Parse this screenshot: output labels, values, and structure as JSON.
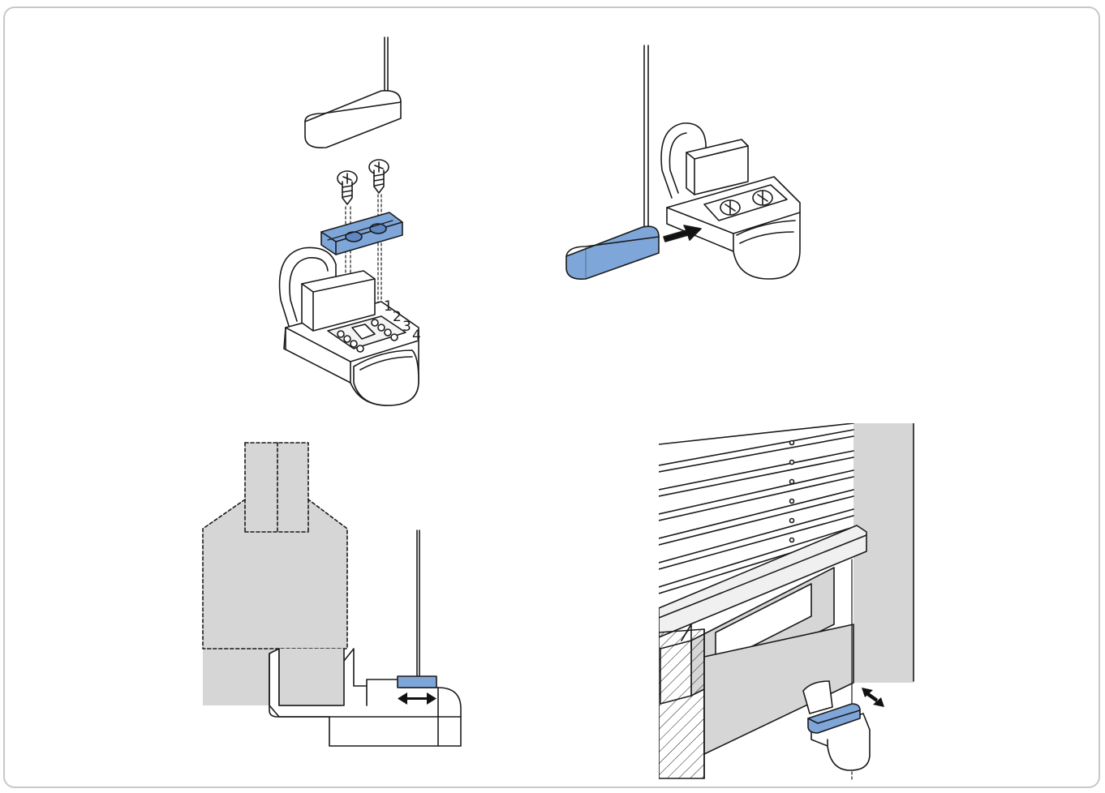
{
  "diagram": {
    "panels": [
      {
        "name": "exploded-assembly",
        "slot_numbers": [
          "1",
          "2",
          "3",
          "4"
        ]
      },
      {
        "name": "insert-cap"
      },
      {
        "name": "side-section"
      },
      {
        "name": "installed-view"
      }
    ],
    "colors": {
      "accent_blue": "#7ea6d8",
      "accent_blue_dark": "#4d76b0",
      "wall_grey": "#d6d6d6",
      "line": "#1a1a1a",
      "frame_border": "#c8c8c8"
    }
  }
}
